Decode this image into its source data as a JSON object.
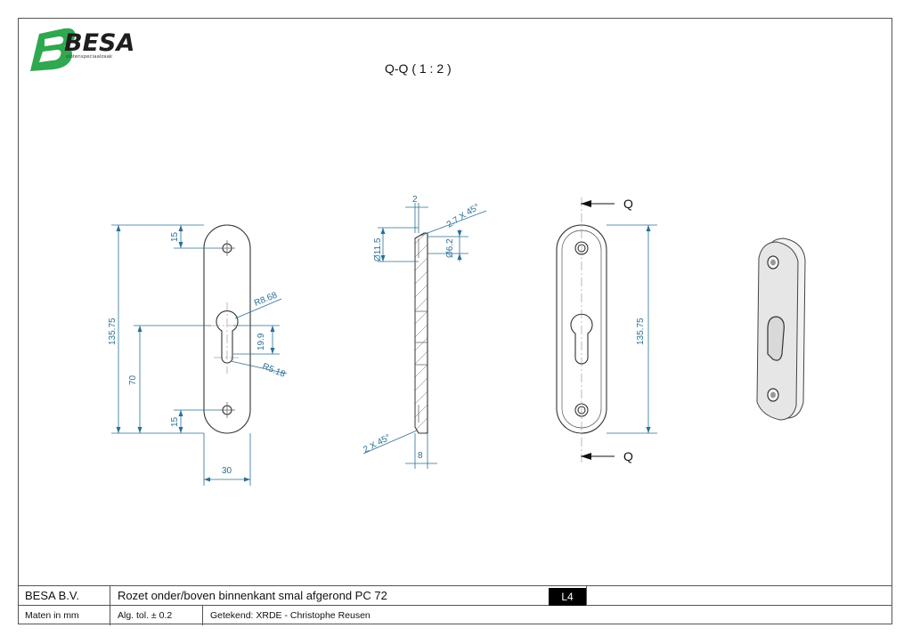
{
  "logo": {
    "brand": "BESA",
    "tagline": "slotenspeciaalzaak",
    "color": "#2fa84f"
  },
  "section_title": "Q-Q ( 1 : 2 )",
  "section_markers": {
    "top": "Q",
    "bottom": "Q"
  },
  "dimensions": {
    "height": "135.75",
    "hole_offset_top": "15",
    "hole_offset_bottom": "15",
    "center_to_hole": "70",
    "width": "30",
    "radius_top": "R8.68",
    "radius_bottom": "R5.18",
    "slot_length": "19.9",
    "thickness_top": "2",
    "chamfer_top": "2.7 X 45°",
    "bore_outer": "Ø11.5",
    "bore_inner": "Ø6.2",
    "chamfer_bottom": "2 X 45°",
    "depth": "8",
    "side_height": "135.75"
  },
  "title_block": {
    "company": "BESA B.V.",
    "description": "Rozet onder/boven binnenkant smal afgerond PC 72",
    "sheet_size": "L4",
    "units": "Maten in mm",
    "tolerance": "Alg. tol. ± 0.2",
    "drawn_by": "Getekend: XRDE - Christophe Reusen"
  },
  "colors": {
    "dimension": "#2a6f97",
    "line": "#333333"
  }
}
